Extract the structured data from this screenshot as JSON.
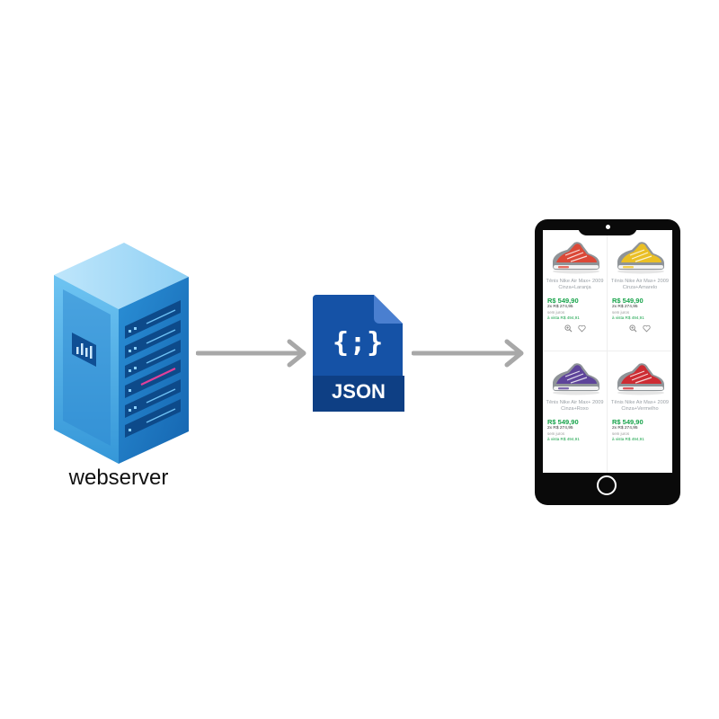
{
  "diagram": {
    "server_caption": "webserver",
    "json_label": "JSON",
    "json_glyph": "{;}",
    "colors": {
      "server_blue": "#1f7fc6",
      "json_blue": "#1552a6",
      "arrow_gray": "#a8a8a8",
      "phone_black": "#0a0a0a",
      "price_green": "#17a34a"
    }
  },
  "phone": {
    "products": [
      {
        "name": "Tênis Nike Air Max+ 2009 Cinza+Laranja",
        "price": "R$ 549,90",
        "installments": "2x R$ 274,95",
        "no_interest": "sem juros",
        "cash": "à vista R$ 494,91",
        "shoe_color": "#e2412f",
        "sole_color": "#8f9498",
        "show_actions": true
      },
      {
        "name": "Tênis Nike Air Max+ 2009 Cinza+Amarelo",
        "price": "R$ 549,90",
        "installments": "2x R$ 274,95",
        "no_interest": "sem juros",
        "cash": "à vista R$ 494,91",
        "shoe_color": "#f2c21b",
        "sole_color": "#8f9498",
        "show_actions": true
      },
      {
        "name": "Tênis Nike Air Max+ 2009 Cinza+Roxo",
        "price": "R$ 549,90",
        "installments": "2x R$ 274,95",
        "no_interest": "sem juros",
        "cash": "à vista R$ 494,91",
        "shoe_color": "#5a3d9a",
        "sole_color": "#8f9498",
        "show_actions": false
      },
      {
        "name": "Tênis Nike Air Max+ 2009 Cinza+Vermelho",
        "price": "R$ 549,90",
        "installments": "2x R$ 274,95",
        "no_interest": "sem juros",
        "cash": "à vista R$ 494,91",
        "shoe_color": "#d3232a",
        "sole_color": "#8f9498",
        "show_actions": false
      }
    ],
    "icons": [
      "zoom-icon",
      "heart-icon"
    ]
  }
}
